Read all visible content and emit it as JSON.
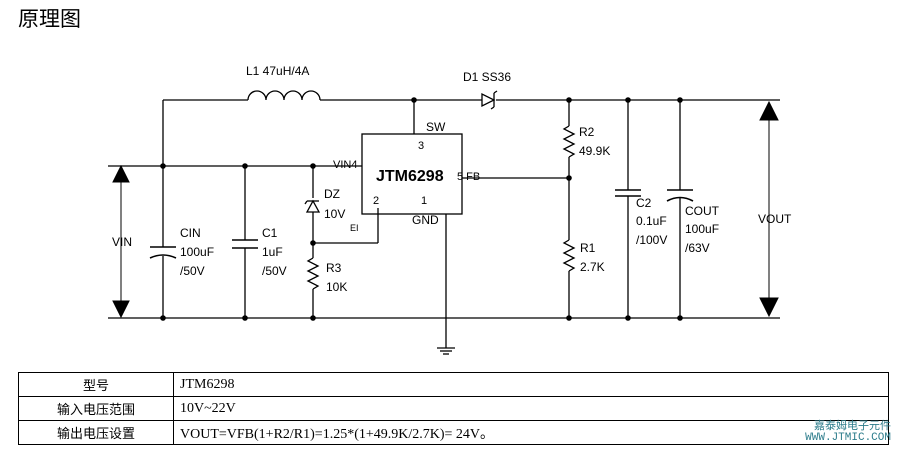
{
  "title": "原理图",
  "labels": {
    "L1": "L1 47uH/4A",
    "D1": "D1 SS36",
    "SW": "SW",
    "pin3": "3",
    "VIN4": "VIN4",
    "ic": "JTM6298",
    "pin5": "5 FB",
    "pin2": "2",
    "pin1": "1",
    "GND": "GND",
    "EN": "EI",
    "DZ": "DZ",
    "DZval": "10V",
    "R3": "R3",
    "R3val": "10K",
    "CIN": "CIN",
    "CINval1": "100uF",
    "CINval2": "/50V",
    "C1": "C1",
    "C1val1": "1uF",
    "C1val2": "/50V",
    "VIN": "VIN",
    "R2": "R2",
    "R2val": "49.9K",
    "R1": "R1",
    "R1val": "2.7K",
    "C2": "C2",
    "C2val1": "0.1uF",
    "C2val2": "/100V",
    "COUT": "COUT",
    "COUTval1": "100uF",
    "COUTval2": "/63V",
    "VOUT": "VOUT"
  },
  "table": {
    "rows": [
      {
        "header": "型号",
        "value": "JTM6298"
      },
      {
        "header": "输入电压范围",
        "value": "10V~22V"
      },
      {
        "header": "输出电压设置",
        "value": "VOUT=VFB(1+R2/R1)=1.25*(1+49.9K/2.7K)= 24V。"
      }
    ]
  },
  "watermark": {
    "line1": "嘉泰姆电子元件",
    "line2": "WWW.JTMIC.COM"
  }
}
